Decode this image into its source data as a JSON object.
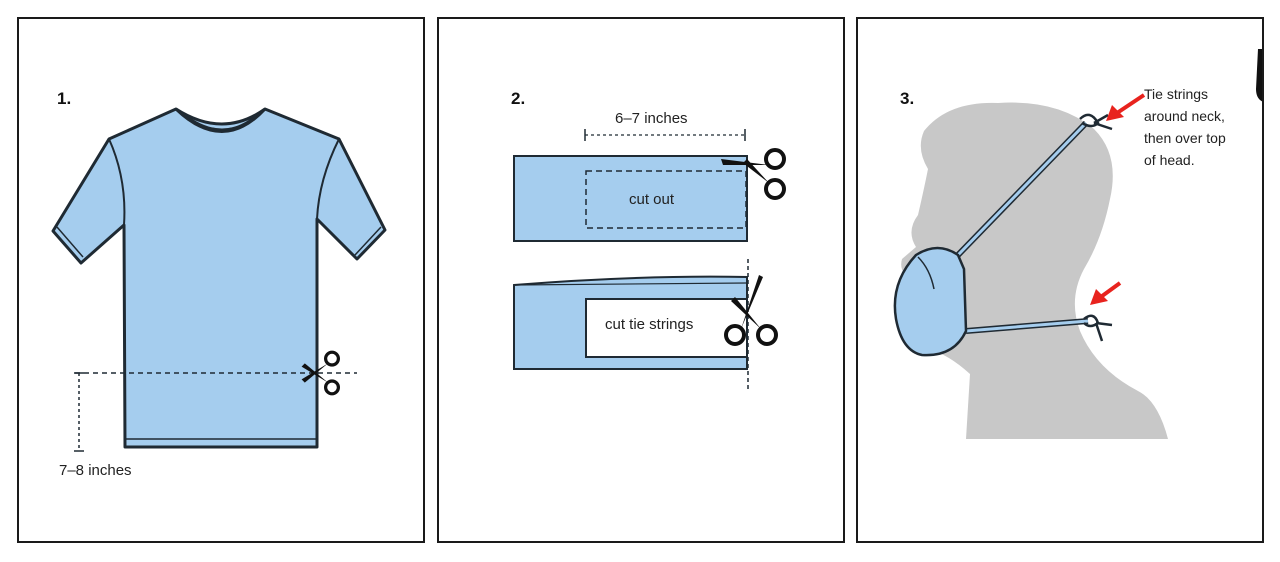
{
  "panels": [
    {
      "step": "1.",
      "measure_label": "7–8 inches"
    },
    {
      "step": "2.",
      "width_label": "6–7 inches",
      "cut_out_label": "cut out",
      "tie_label": "cut tie strings"
    },
    {
      "step": "3.",
      "instruction_lines": [
        "Tie strings",
        "around neck,",
        "then over top",
        "of head."
      ]
    }
  ],
  "colors": {
    "fabric": "#a5cdee",
    "outline": "#1f2a33",
    "head": "#c8c8c8",
    "arrow": "#e8231e",
    "logo_dark": "#111111",
    "logo_red": "#e01f26"
  },
  "icons": [
    "scissors-icon",
    "red-arrow-icon",
    "logo-mark"
  ]
}
